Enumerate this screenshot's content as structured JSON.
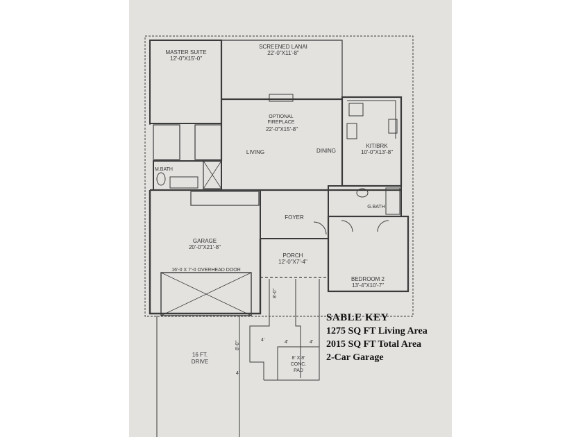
{
  "rooms": {
    "screened_lanai": {
      "name": "SCREENED LANAI",
      "size": "22'-0\"X11'-8\""
    },
    "master_suite": {
      "name": "MASTER SUITE",
      "size": "12'-0\"X15'-0\""
    },
    "optional_fireplace": {
      "name_1": "OPTIONAL",
      "name_2": "FIREPLACE"
    },
    "living_dining_size": "22'-0\"X15'-8\"",
    "living": "LIVING",
    "dining": "DINING",
    "kitchen": {
      "name": "KIT/BRK",
      "size": "10'-0\"X13'-8\""
    },
    "m_bath": "M.BATH",
    "g_bath": "G.BATH",
    "foyer": "FOYER",
    "garage": {
      "name": "GARAGE",
      "size": "20'-0\"X21'-8\""
    },
    "overhead_door": "16'-0 X 7'-0 OVERHEAD DOOR",
    "porch": {
      "name": "PORCH",
      "size": "12'-0\"X7'-4\""
    },
    "bedroom_2": {
      "name": "BEDROOM 2",
      "size": "13'-4\"X10'-7\""
    },
    "drive": {
      "line_1": "16 FT.",
      "line_2": "DRIVE"
    },
    "conc_pad": {
      "line_1": "8' X 8'",
      "line_2": "CONC.",
      "line_3": "PAD"
    },
    "dim_labels": [
      "8'-0\"",
      "8'-0\"",
      "4'",
      "4'",
      "4'",
      "4'"
    ]
  },
  "caption": {
    "title": "SABLE KEY",
    "line_1": "1275 SQ FT Living Area",
    "line_2": "2015 SQ FT Total Area",
    "line_3": "2-Car Garage"
  }
}
